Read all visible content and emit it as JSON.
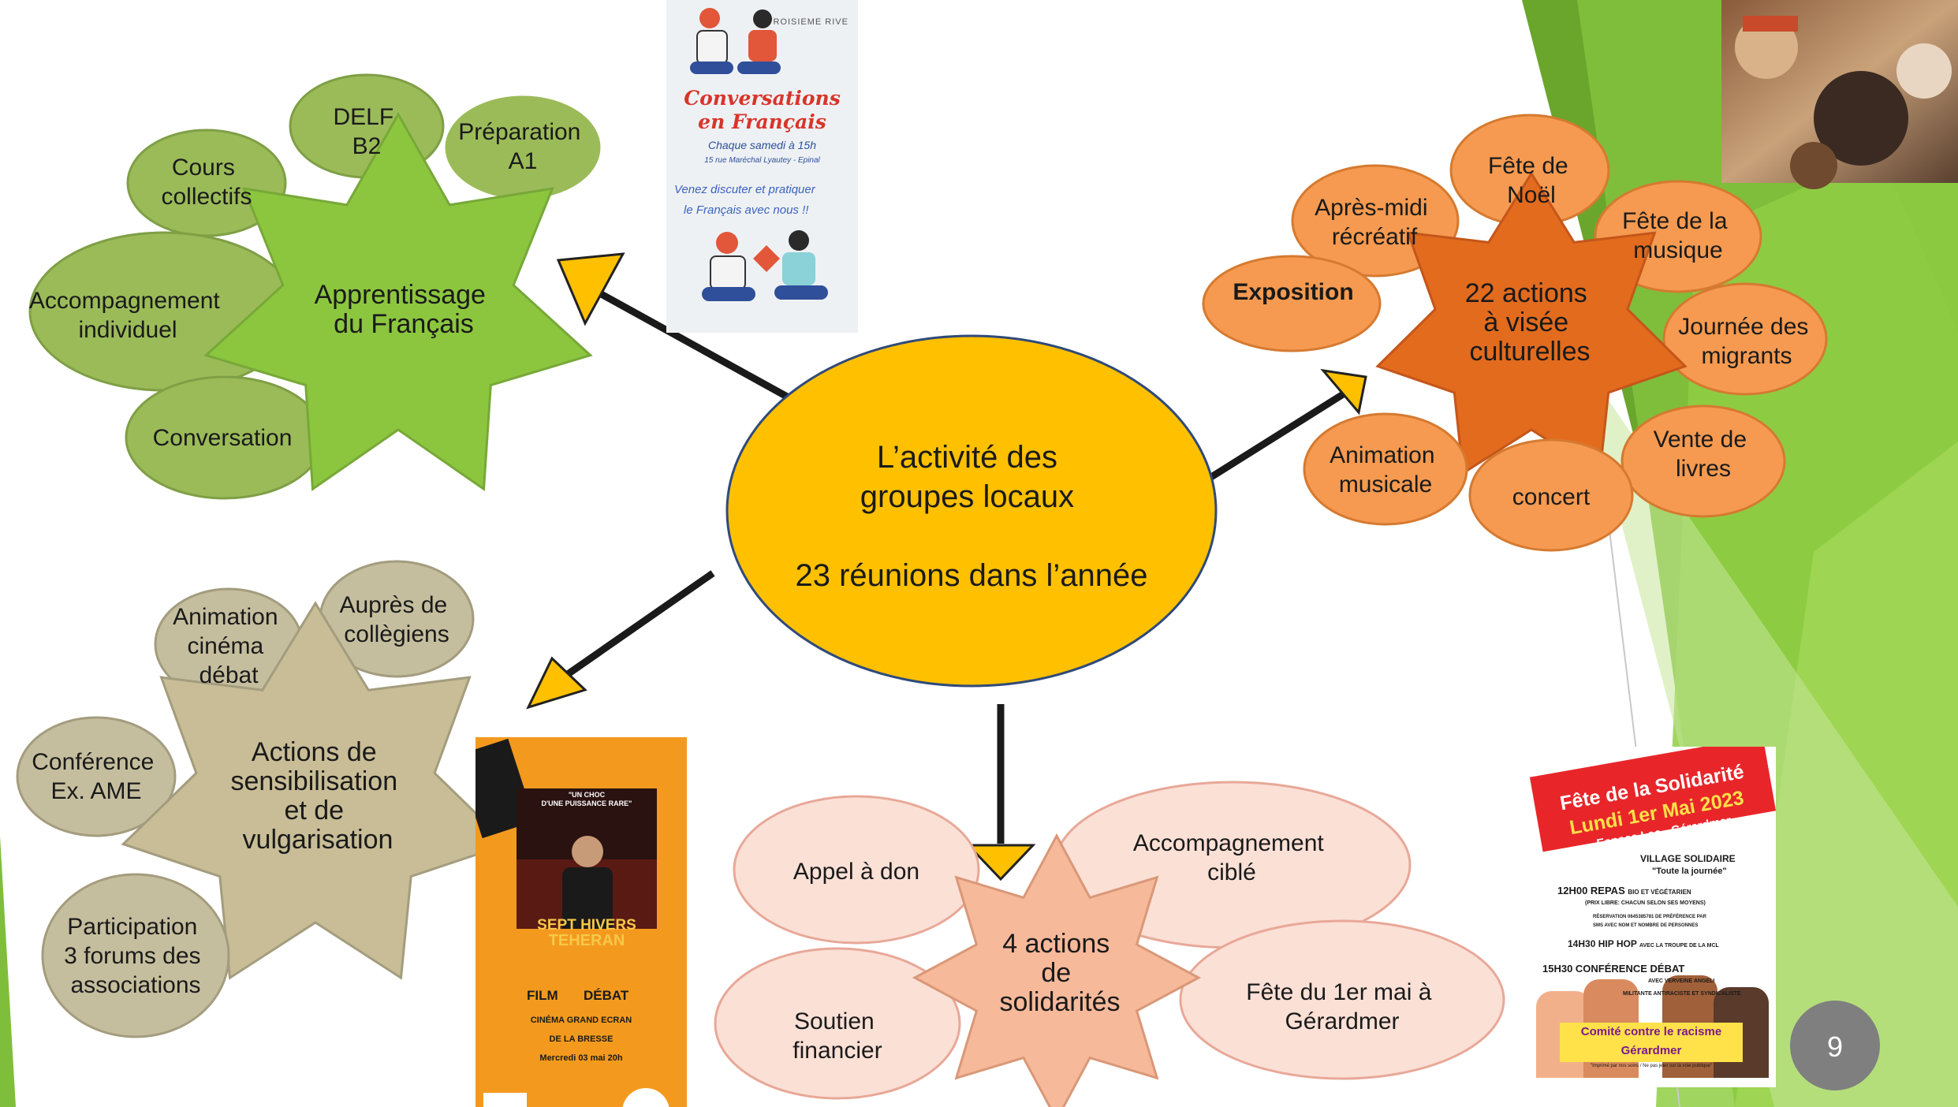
{
  "colors": {
    "center": "#ffc000",
    "green_star": "#8cc63f",
    "green_bubble": "#9bbb59",
    "orange_star": "#e26b1e",
    "orange_bubble": "#f59a50",
    "khaki_star": "#c8bd96",
    "khaki_bubble": "#c5be9e",
    "pink_star": "#f6b99a",
    "pink_bubble": "#fbe0d6",
    "arrow_head": "#ffc000",
    "page_number_bg": "#7f7f7f"
  },
  "center": {
    "line1": "L’activité des",
    "line2": "groupes locaux",
    "line3": "23 réunions dans l’année"
  },
  "groups": {
    "francais": {
      "star": [
        "Apprentissage",
        "du Français"
      ],
      "bubbles": {
        "delf": [
          "DELF",
          "B2"
        ],
        "preparation": [
          "Préparation",
          "A1"
        ],
        "cours": [
          "Cours",
          "collectifs"
        ],
        "accompagnement": [
          "Accompagnement",
          "individuel"
        ],
        "conversation": [
          "Conversation"
        ]
      }
    },
    "culture": {
      "star": [
        "22 actions",
        "à visée",
        "culturelles"
      ],
      "bubbles": {
        "noel": [
          "Fête de",
          "Noël"
        ],
        "apres_midi": [
          "Après-midi",
          "récréatif"
        ],
        "musique": [
          "Fête de la",
          "musique"
        ],
        "exposition": [
          "Exposition"
        ],
        "migrants": [
          "Journée des",
          "migrants"
        ],
        "animation": [
          "Animation",
          "musicale"
        ],
        "livres": [
          "Vente de",
          "livres"
        ],
        "concert": [
          "concert"
        ]
      }
    },
    "sensibilisation": {
      "star": [
        "Actions de",
        "sensibilisation",
        "et de",
        "vulgarisation"
      ],
      "bubbles": {
        "cinema": [
          "Animation",
          "cinéma",
          "débat"
        ],
        "collegiens": [
          "Auprès de",
          "collègiens"
        ],
        "conference": [
          "Conférence",
          "Ex. AME"
        ],
        "forums": [
          "Participation",
          "3 forums des",
          "associations"
        ]
      }
    },
    "solidarite": {
      "star": [
        "4 actions",
        "de",
        "solidarités"
      ],
      "bubbles": {
        "appel": [
          "Appel à don"
        ],
        "accompagnement": [
          "Accompagnement",
          "ciblé"
        ],
        "soutien": [
          "Soutien",
          "financier"
        ],
        "fete_mai": [
          "Fête du 1er mai à",
          "Gérardmer"
        ]
      }
    }
  },
  "posters": {
    "conversations": {
      "brand": "TROISIEME RIVE",
      "title1": "Conversations",
      "title2": "en Français",
      "when": "Chaque samedi à 15h",
      "where": "15 rue Maréchal Lyautey - Epinal",
      "invite1": "Venez discuter et pratiquer",
      "invite2": "le Français avec nous !!"
    },
    "film": {
      "quote1": "\"UN CHOC",
      "quote2": "D'UNE PUISSANCE RARE\"",
      "film_title1": "SEPT HIVERS",
      "film_title2": "TEHERAN",
      "label1": "FILM",
      "label2": "DÉBAT",
      "venue1": "CINÉMA GRAND ECRAN",
      "venue2": "DE LA BRESSE",
      "date": "Mercredi 03 mai 20h"
    },
    "solidarite": {
      "title": "Fête de la Solidarité",
      "date": "Lundi 1er Mai 2023",
      "place": "Espace Lac - Gérardmer",
      "village": "VILLAGE SOLIDAIRE",
      "journee": "\"Toute la journée\"",
      "repas": "12H00 REPAS",
      "repas_note": "BIO ET VÉGÉTARIEN",
      "prix": "(PRIX LIBRE: CHACUN SELON SES MOYENS)",
      "reservation": "RÉSERVATION 0645385781 DE PRÉFÉRENCE PAR",
      "reservation2": "SMS AVEC NOM ET NOMBRE DE PERSONNES",
      "hiphop": "14H30 HIP HOP",
      "hiphop_note": "AVEC LA TROUPE DE LA MCL",
      "conference": "15H30 CONFÉRENCE DÉBAT",
      "conf_note1": "AVEC VERVEINE ANGELI",
      "conf_note2": "MILITANTE ANTIRACISTE ET SYNDICALISTE",
      "comite1": "Comité contre le racisme",
      "comite2": "Gérardmer",
      "footer": "\"Imprimé par nos soins / Ne pas jeter sur la voie publique\""
    }
  },
  "page_number": "9"
}
